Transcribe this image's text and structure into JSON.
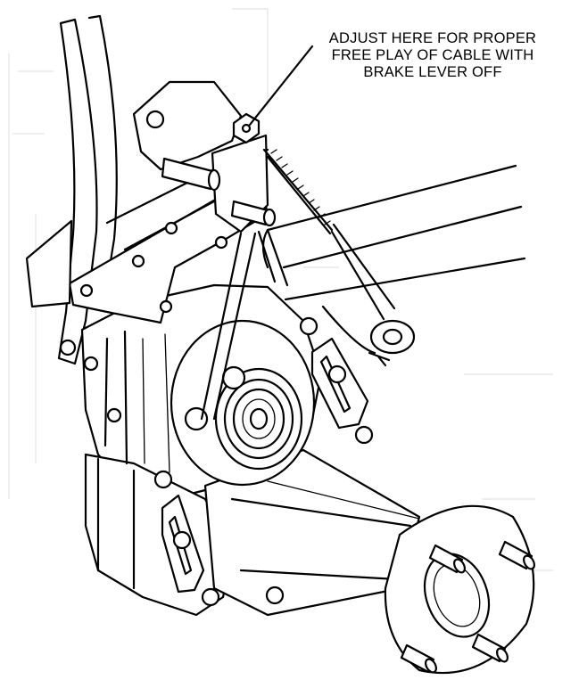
{
  "callout": {
    "line1": "ADJUST HERE FOR PROPER",
    "line2": "FREE PLAY OF CABLE WITH",
    "line3": "BRAKE LEVER OFF"
  },
  "colors": {
    "ink": "#000000",
    "paper": "#ffffff"
  }
}
